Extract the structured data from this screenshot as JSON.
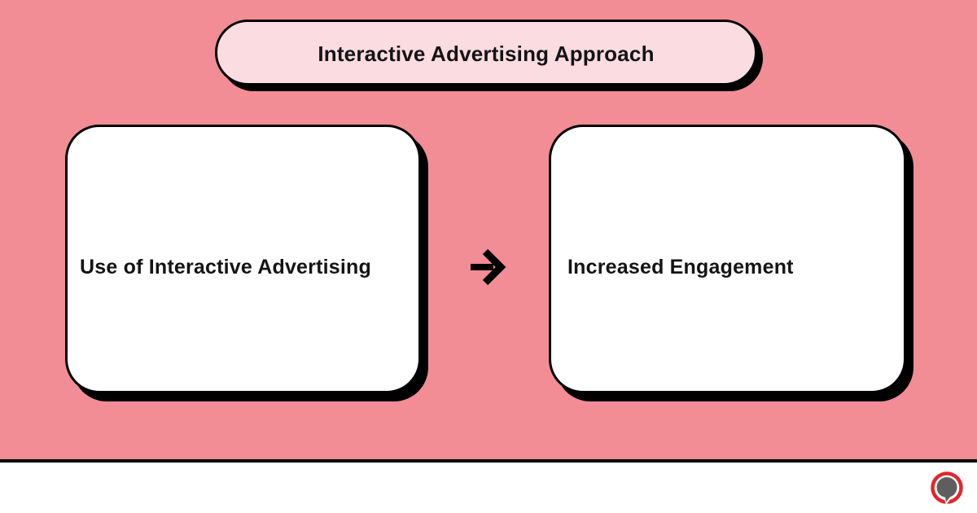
{
  "colors": {
    "background": "#F28C95",
    "title_fill": "#FBDCE1",
    "node_fill": "#FFFFFF",
    "outline": "#000000",
    "footer_bg": "#FFFFFF",
    "text": "#141414",
    "logo_red": "#E3262C",
    "logo_gray": "#5E5E5E"
  },
  "title": {
    "label": "Interactive Advertising Approach"
  },
  "nodes": [
    {
      "label": "Use of Interactive Advertising"
    },
    {
      "label": "Increased Engagement"
    }
  ],
  "arrow": {
    "icon": "right-arrow"
  },
  "footer": {
    "logo": "speech-bubble-logo"
  }
}
